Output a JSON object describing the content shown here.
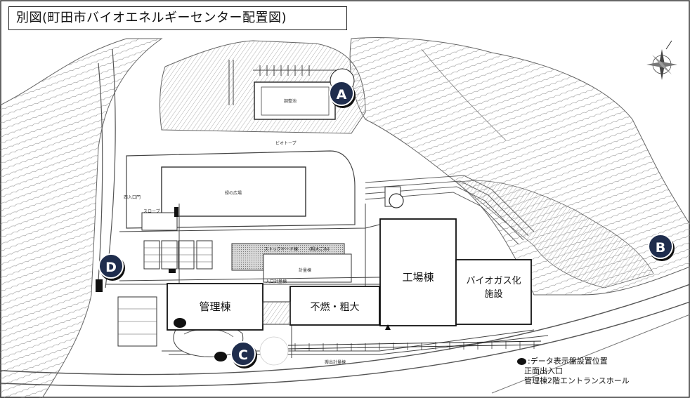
{
  "title": "別図(町田市バイオエネルギーセンター配置図)",
  "buildings": {
    "kanri": "管理棟",
    "kojo": "工場棟",
    "biogas_line1": "バイオガス化",
    "biogas_line2": "施設",
    "funen": "不燃・粗大"
  },
  "small_labels": {
    "chouseichi": "調整池",
    "biotope": "ビオトープ",
    "hiroba": "緑の広場",
    "stock": "ストックヤード棟",
    "stock_sub": "(粗大ごみ)",
    "keiryo": "計量棟",
    "iriguchi": "入口計量棟",
    "kakkaku": "搬出計量棟",
    "entrance": "西入口門",
    "slope": "スロープ"
  },
  "markers": {
    "a": "A",
    "b": "B",
    "c": "C",
    "d": "D"
  },
  "legend": {
    "line1": ":データ表示盤設置位置",
    "line2": "正面出入口",
    "line3": "管理棟2階エントランスホール"
  },
  "colors": {
    "marker_fill": "#1f2d4d",
    "line": "#555555",
    "hatch": "#bdbdbd"
  }
}
